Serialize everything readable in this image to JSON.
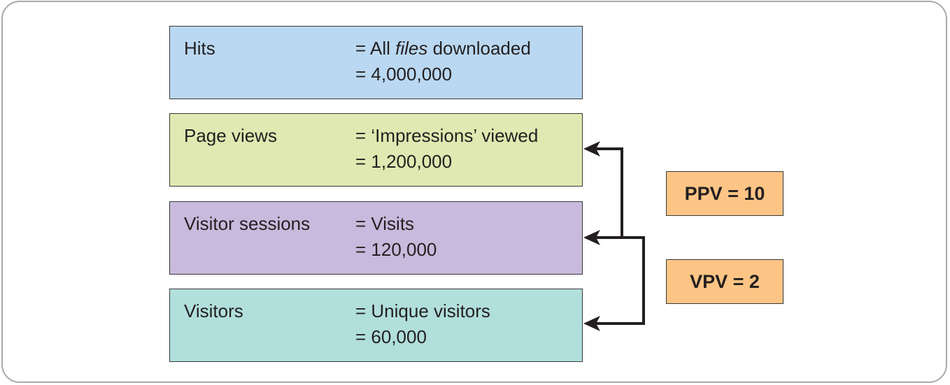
{
  "metrics": [
    {
      "name": "Hits",
      "definition_prefix": "= All ",
      "definition_italic": "files",
      "definition_suffix": " downloaded",
      "value": "= 4,000,000",
      "color": "#bad8f1"
    },
    {
      "name": "Page views",
      "definition_prefix": "= ‘Impressions’ viewed",
      "definition_italic": "",
      "definition_suffix": "",
      "value": "= 1,200,000",
      "color": "#dfe9b1"
    },
    {
      "name": "Visitor sessions",
      "definition_prefix": "= Visits",
      "definition_italic": "",
      "definition_suffix": "",
      "value": "= 120,000",
      "color": "#c8badc"
    },
    {
      "name": "Visitors",
      "definition_prefix": "= Unique visitors",
      "definition_italic": "",
      "definition_suffix": "",
      "value": "= 60,000",
      "color": "#b1dfdb"
    }
  ],
  "ratios": [
    {
      "label": "PPV = 10",
      "links": [
        "Visitor sessions",
        "Page views"
      ]
    },
    {
      "label": "VPV = 2",
      "links": [
        "Visitors",
        "Visitor sessions"
      ]
    }
  ],
  "colors": {
    "ratio_fill": "#fdc585",
    "arrow": "#231f20",
    "frame": "#a7a9ac"
  }
}
